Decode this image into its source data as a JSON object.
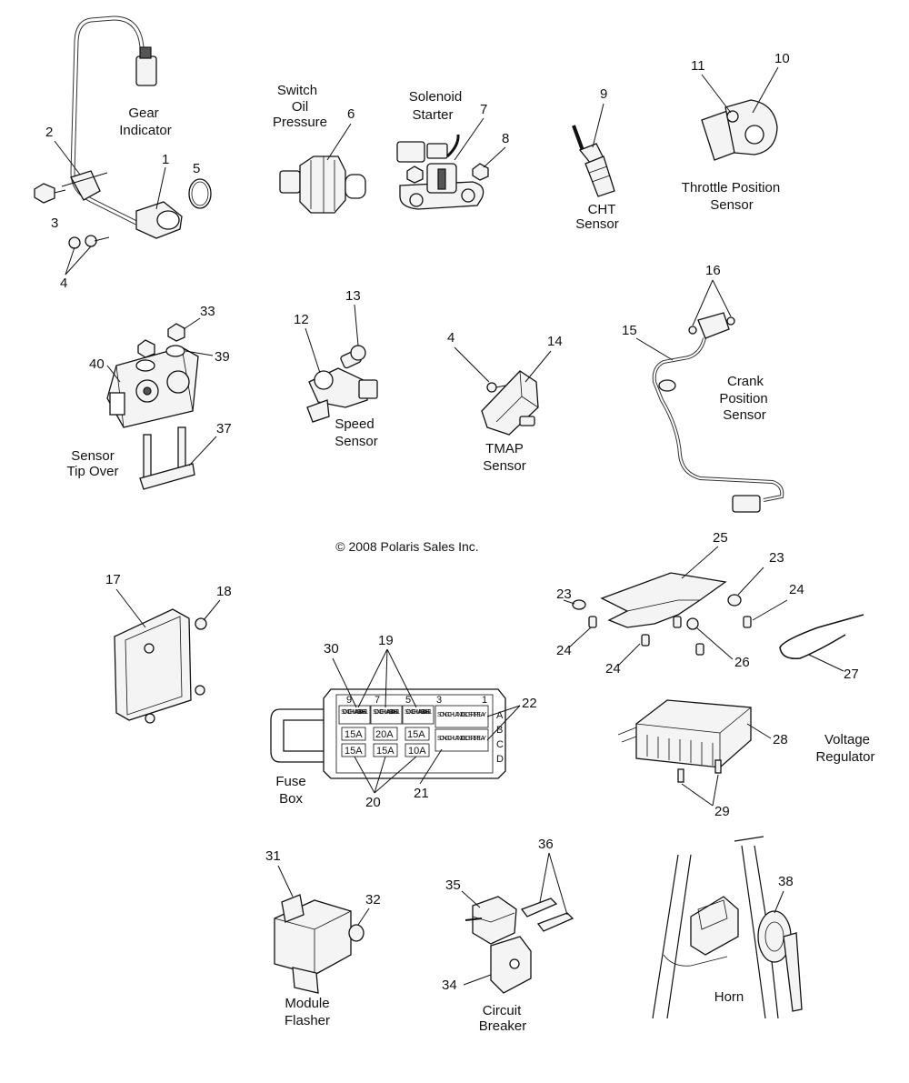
{
  "captions": {
    "gear_indicator": [
      "Gear",
      "Indicator"
    ],
    "switch_oil_pressure": [
      "Switch",
      "Oil",
      "Pressure"
    ],
    "solenoid_starter": [
      "Solenoid",
      "Starter"
    ],
    "cht_sensor": [
      "CHT",
      "Sensor"
    ],
    "throttle_position_sensor": [
      "Throttle Position",
      "Sensor"
    ],
    "sensor_tip_over": [
      "Sensor",
      "Tip Over"
    ],
    "speed_sensor": [
      "Speed",
      "Sensor"
    ],
    "tmap_sensor": [
      "TMAP",
      "Sensor"
    ],
    "crank_position_sensor": [
      "Crank",
      "Position",
      "Sensor"
    ],
    "fuse_box": [
      "Fuse",
      "Box"
    ],
    "voltage_regulator": [
      "Voltage",
      "Regulator"
    ],
    "module_flasher": [
      "Module",
      "Flasher"
    ],
    "circuit_breaker": [
      "Circuit",
      "Breaker"
    ],
    "horn": [
      "Horn"
    ]
  },
  "copyright": "© 2008 Polaris Sales Inc.",
  "callouts": {
    "c1": "1",
    "c2": "2",
    "c3": "3",
    "c4a": "4",
    "c5": "5",
    "c6": "6",
    "c7": "7",
    "c8": "8",
    "c9": "9",
    "c10": "10",
    "c11": "11",
    "c12": "12",
    "c13": "13",
    "c4b": "4",
    "c14": "14",
    "c15": "15",
    "c16": "16",
    "c33": "33",
    "c39": "39",
    "c40": "40",
    "c37": "37",
    "c17": "17",
    "c18": "18",
    "c25": "25",
    "c23a": "23",
    "c23b": "23",
    "c24a": "24",
    "c24b": "24",
    "c24c": "24",
    "c26": "26",
    "c27": "27",
    "c30": "30",
    "c19": "19",
    "c22": "22",
    "c20": "20",
    "c21": "21",
    "c28": "28",
    "c29": "29",
    "c31": "31",
    "c32": "32",
    "c35": "35",
    "c36": "36",
    "c34": "34",
    "c38": "38"
  },
  "fuse_box_labels": {
    "slots_top": [
      "9",
      "7",
      "5",
      "3",
      "1"
    ],
    "rows_right": [
      "A",
      "B",
      "C",
      "D"
    ],
    "relay_text_1": "SONG CHUAN 303-1AH -S-R1",
    "relay_big_1": "SONG CHUAN 301-1C-S-R1 RELAY",
    "fuses_row1": [
      "15A",
      "20A",
      "15A"
    ],
    "fuses_row2": [
      "15A",
      "15A",
      "10A"
    ]
  }
}
